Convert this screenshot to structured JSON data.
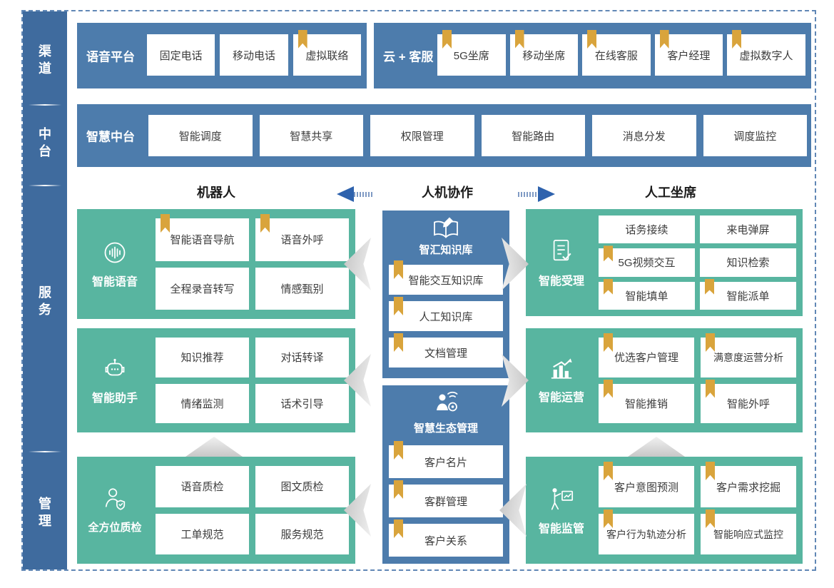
{
  "colors": {
    "blue": "#4d7cac",
    "blue_dark": "#3f6b9e",
    "green": "#58b5a0",
    "gold_bookmark": "#d9a43c",
    "arrow_blue": "#2e62ad",
    "text_dark": "#3c3c3c",
    "dashed_border": "#6187b5"
  },
  "sidebar": {
    "items": [
      {
        "label": "渠道"
      },
      {
        "label": "中台"
      },
      {
        "label": "服务"
      },
      {
        "label": "管理"
      }
    ]
  },
  "rows": {
    "voice_platform": {
      "title": "语音平台",
      "items": [
        {
          "label": "固定电话",
          "bookmark": false
        },
        {
          "label": "移动电话",
          "bookmark": false
        },
        {
          "label": "虚拟联络",
          "bookmark": true
        }
      ]
    },
    "cloud_service": {
      "title": "云 + 客服",
      "items": [
        {
          "label": "5G坐席",
          "bookmark": true
        },
        {
          "label": "移动坐席",
          "bookmark": true
        },
        {
          "label": "在线客服",
          "bookmark": true
        },
        {
          "label": "客户经理",
          "bookmark": true
        },
        {
          "label": "虚拟数字人",
          "bookmark": true
        }
      ]
    },
    "mid_platform": {
      "title": "智慧中台",
      "items": [
        {
          "label": "智能调度"
        },
        {
          "label": "智慧共享"
        },
        {
          "label": "权限管理"
        },
        {
          "label": "智能路由"
        },
        {
          "label": "消息分发"
        },
        {
          "label": "调度监控"
        }
      ]
    }
  },
  "collab_header": {
    "left": "机器人",
    "center": "人机协作",
    "right": "人工坐席"
  },
  "service": {
    "left": [
      {
        "title": "智能语音",
        "icon": "voice-wave-icon",
        "cells": [
          {
            "label": "智能语音导航",
            "bookmark": true
          },
          {
            "label": "语音外呼",
            "bookmark": true
          },
          {
            "label": "全程录音转写",
            "bookmark": false
          },
          {
            "label": "情感甄别",
            "bookmark": false
          }
        ]
      },
      {
        "title": "智能助手",
        "icon": "robot-icon",
        "cells": [
          {
            "label": "知识推荐",
            "bookmark": false
          },
          {
            "label": "对话转译",
            "bookmark": false
          },
          {
            "label": "情绪监测",
            "bookmark": false
          },
          {
            "label": "话术引导",
            "bookmark": false
          }
        ]
      },
      {
        "title": "全方位质检",
        "icon": "quality-inspector-icon",
        "cells": [
          {
            "label": "语音质检",
            "bookmark": false
          },
          {
            "label": "图文质检",
            "bookmark": false
          },
          {
            "label": "工单规范",
            "bookmark": false
          },
          {
            "label": "服务规范",
            "bookmark": false
          }
        ]
      }
    ],
    "middle": [
      {
        "title": "智汇知识库",
        "icon": "knowledge-book-icon",
        "rows": [
          {
            "label": "智能交互知识库",
            "bookmark": true
          },
          {
            "label": "人工知识库",
            "bookmark": true
          },
          {
            "label": "文档管理",
            "bookmark": true
          }
        ]
      },
      {
        "title": "智慧生态管理",
        "icon": "ecosystem-person-icon",
        "rows": [
          {
            "label": "客户名片",
            "bookmark": true
          },
          {
            "label": "客群管理",
            "bookmark": true
          },
          {
            "label": "客户关系",
            "bookmark": true
          }
        ]
      }
    ],
    "right": [
      {
        "title": "智能受理",
        "icon": "form-check-icon",
        "cells": [
          {
            "label": "话务接续",
            "bookmark": false
          },
          {
            "label": "来电弹屏",
            "bookmark": false
          },
          {
            "label": "5G视频交互",
            "bookmark": true
          },
          {
            "label": "知识检索",
            "bookmark": false
          },
          {
            "label": "智能填单",
            "bookmark": true
          },
          {
            "label": "智能派单",
            "bookmark": true
          }
        ]
      },
      {
        "title": "智能运营",
        "icon": "chart-growth-icon",
        "cells": [
          {
            "label": "优选客户管理",
            "bookmark": true
          },
          {
            "label": "满意度运营分析",
            "bookmark": true
          },
          {
            "label": "智能推销",
            "bookmark": true
          },
          {
            "label": "智能外呼",
            "bookmark": true
          }
        ]
      },
      {
        "title": "智能监管",
        "icon": "supervisor-board-icon",
        "cells": [
          {
            "label": "客户意图预测",
            "bookmark": true
          },
          {
            "label": "客户需求挖掘",
            "bookmark": true
          },
          {
            "label": "客户行为轨迹分析",
            "bookmark": true
          },
          {
            "label": "智能响应式监控",
            "bookmark": true
          }
        ]
      }
    ]
  }
}
